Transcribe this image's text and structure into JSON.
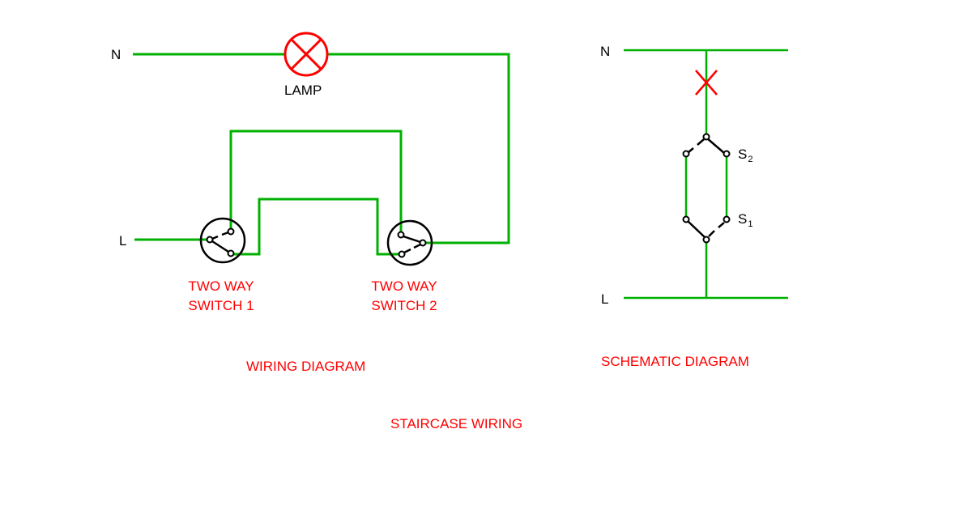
{
  "colors": {
    "wire": "#00b000",
    "wire_light": "#22c022",
    "symbol": "#000000",
    "lamp": "#ff0000",
    "label_red": "#ff0000",
    "label_black": "#000000",
    "background": "#ffffff"
  },
  "wiring_diagram": {
    "title": "WIRING DIAGRAM",
    "neutral_label": "N",
    "live_label": "L",
    "lamp_label": "LAMP",
    "switch1": {
      "line1": "TWO WAY",
      "line2": "SWITCH 1"
    },
    "switch2": {
      "line1": "TWO WAY",
      "line2": "SWITCH 2"
    }
  },
  "schematic_diagram": {
    "title": "SCHEMATIC DIAGRAM",
    "neutral_label": "N",
    "live_label": "L",
    "switch_top": {
      "letter": "S",
      "subscript": "2"
    },
    "switch_bottom": {
      "letter": "S",
      "subscript": "1"
    }
  },
  "main_title": "STAIRCASE WIRING"
}
